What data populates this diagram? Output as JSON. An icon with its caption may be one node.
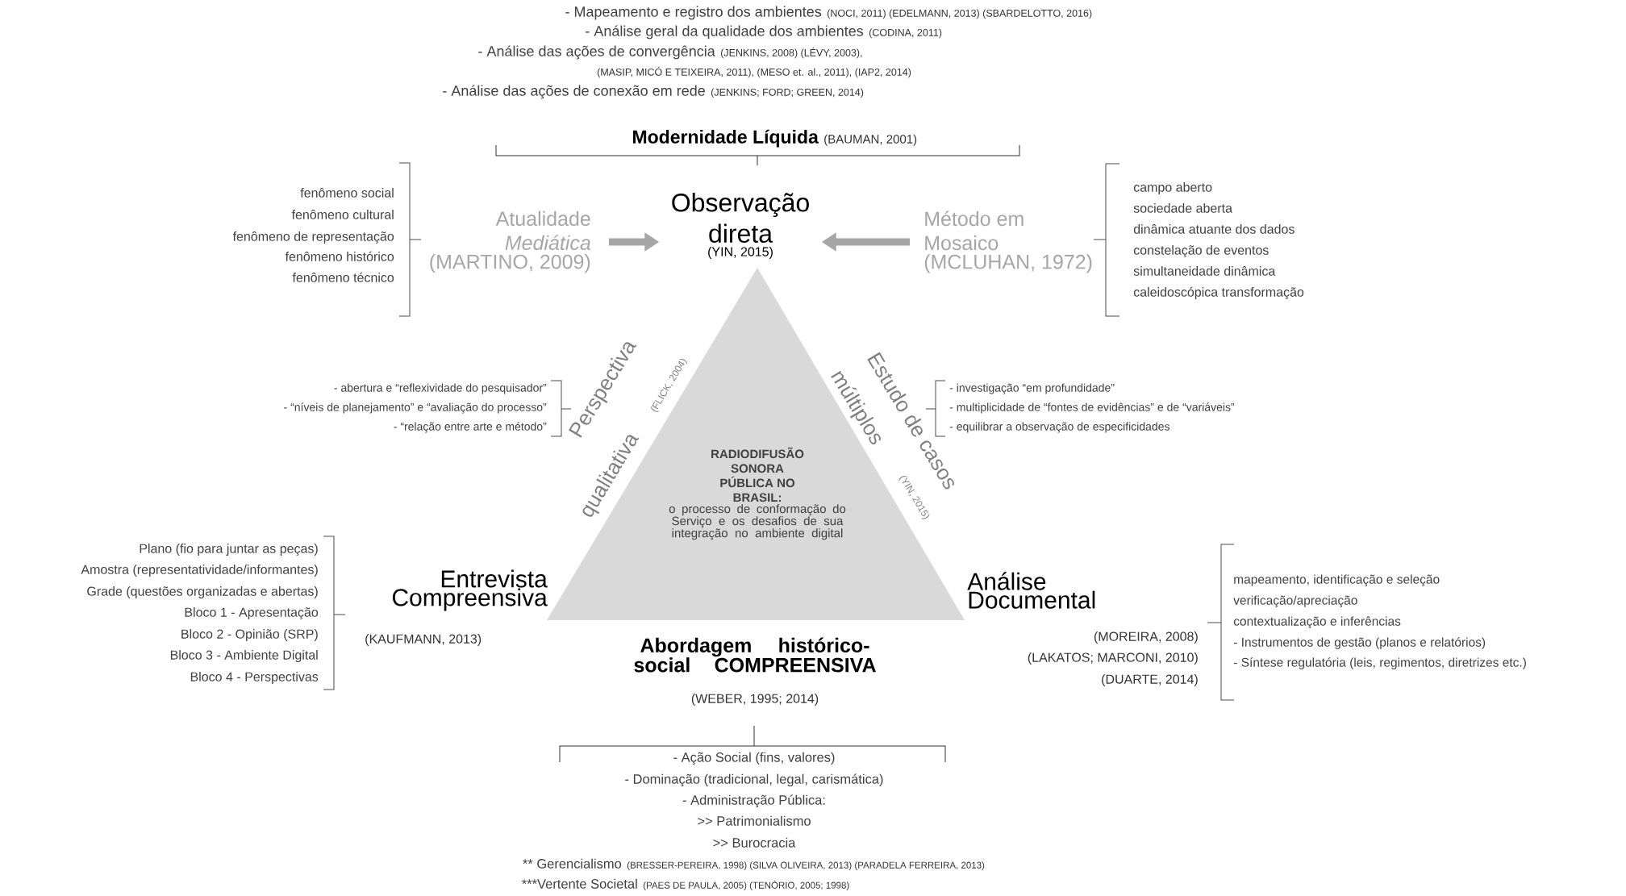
{
  "diagram": {
    "nodes": [
      {
        "text": [
          "RADIODIFUSÃO SONORA PÚBLICA NO BRASIL:",
          "o processo de conformação do Serviço e os desafios de sua integração no ambiente digital"
        ]
      },
      {
        "text": [
          "Observação direta",
          "(YIN, 2015)"
        ]
      },
      {
        "text": [
          "Atualidade *Mediática*",
          "(MARTINO, 2009)"
        ]
      },
      {
        "text": [
          "Método em Mosaico",
          "(MCLUHAN, 1972)"
        ]
      }
    ],
    "edges": [
      {
        "from": 2,
        "to": 1,
        "arrow": "to"
      },
      {
        "from": 3,
        "to": 1,
        "arrow": "to"
      }
    ],
    "labels": [
      "- Mapeamento e registro dos ambientes",
      "(NOCI, 2011) (EDELMANN, 2013) (SBARDELOTTO, 2016)",
      "- Análise geral da qualidade dos ambientes",
      "(CODINA, 2011)",
      "- Análise das ações de convergência",
      "(JENKINS, 2008) (LÉVY, 2003),",
      "(MASIP, MICÓ E TEIXEIRA, 2011), (MESO et. al., 2011), (IAP2, 2014)",
      "- Análise das ações de conexão em rede",
      "(JENKINS; FORD; GREEN, 2014)",
      "Modernidade Líquida",
      "(BAUMAN, 2001)",
      "fenômeno social",
      "fenômeno cultural",
      "fenômeno de representação",
      "fenômeno histórico",
      "fenômeno técnico",
      "campo aberto",
      "sociedade aberta",
      "dinâmica atuante dos dados",
      "constelação de eventos",
      "simultaneidade dinâmica",
      "caleidoscópica transformação",
      "- abertura e “reflexividade do pesquisador”",
      "- “níveis de planejamento” e “avaliação do processo”",
      "- “relação entre arte e método”",
      "- investigação “em profundidade”",
      "- multiplicidade de “fontes de evidências” e de “variáveis”",
      "- equilibrar a observação de especificidades",
      "Perspectiva",
      "qualitativa",
      "(FLICK, 2004)",
      "Estudo de casos",
      "múltiplos",
      "(YIN, 2015)",
      "Plano (fio para juntar as peças)",
      "Amostra (representatividade/informantes)",
      "Grade (questões organizadas e abertas)",
      "Bloco 1 - Apresentação",
      "Bloco 2 - Opinião (SRP)",
      "Bloco 3 - Ambiente Digital",
      "Bloco 4 - Perspectivas",
      "Entrevista Compreensiva",
      "(KAUFMANN, 2013)",
      "Análise Documental",
      "(MOREIRA, 2008)",
      "(LAKATOS; MARCONI, 2010)",
      "(DUARTE, 2014)",
      "mapeamento, identificação e seleção",
      "verificação/apreciação",
      "contextualização e inferências",
      "- Instrumentos de gestão (planos e relatórios)",
      "- Síntese regulatória (leis, regimentos, diretrizes etc.)",
      "Abordagem histórico-social COMPREENSIVA",
      "(WEBER, 1995; 2014)",
      "- Ação Social (fins, valores)",
      "- Dominação (tradicional, legal, carismática)",
      "- Administração Pública:",
      ">> Patrimonialismo",
      ">> Burocracia",
      "** Gerencialismo",
      "(BRESSER-PEREIRA, 1998) (SILVA OLIVEIRA, 2013) (PARADELA FERREIRA, 2013)",
      "***Vertente Societal",
      "(PAES DE PAULA, 2005) (TENÓRIO, 2005; 1998)"
    ]
  }
}
